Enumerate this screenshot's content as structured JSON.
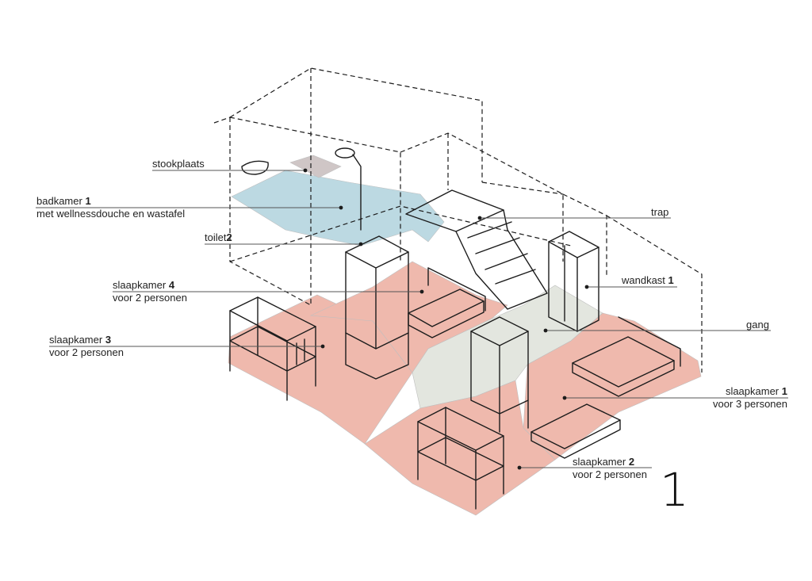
{
  "colors": {
    "bedroom_floor": "#efb9ad",
    "bathroom_floor": "#bcd9e2",
    "corridor_floor": "#e3e6df",
    "stove_plate": "#cfc6c6",
    "ink": "#1c1c1c"
  },
  "figure_number": "1",
  "labels": {
    "stookplaats": {
      "text": "stookplaats"
    },
    "badkamer": {
      "name": "badkamer",
      "number": "1",
      "sub": "met wellnessdouche en wastafel"
    },
    "toilet": {
      "name": "toilet",
      "number": "2"
    },
    "slaapkamer4": {
      "name": "slaapkamer",
      "number": "4",
      "sub": "voor 2 personen"
    },
    "slaapkamer3": {
      "name": "slaapkamer",
      "number": "3",
      "sub": "voor 2 personen"
    },
    "trap": {
      "text": "trap"
    },
    "wandkast": {
      "name": "wandkast",
      "number": "1"
    },
    "gang": {
      "text": "gang"
    },
    "slaapkamer1": {
      "name": "slaapkamer",
      "number": "1",
      "sub": "voor 3 personen"
    },
    "slaapkamer2": {
      "name": "slaapkamer",
      "number": "2",
      "sub": "voor 2 personen"
    }
  }
}
